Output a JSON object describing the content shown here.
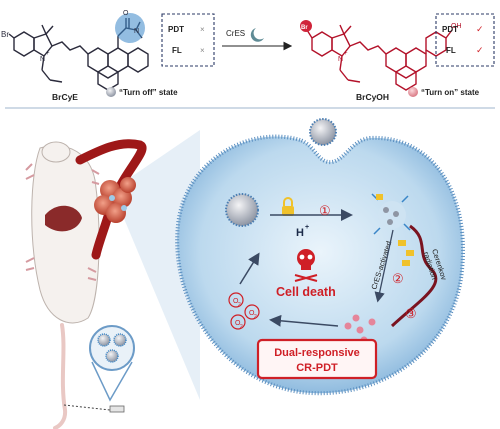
{
  "top_panel": {
    "left_compound_label": "BrCyE",
    "right_compound_label": "BrCyOH",
    "left_substituent": "Br",
    "right_substituent": "Br",
    "left_n_label": "N",
    "left_n_charge": "+",
    "right_n_label": "N",
    "right_n_charge": "+",
    "carbamate_o": "O",
    "carbamate_n": "N",
    "oh_label": "OH",
    "arrow_label": "CrES",
    "left_status_box": {
      "pdt": "PDT",
      "fl": "FL",
      "mark": "×"
    },
    "right_status_box": {
      "pdt": "PDT",
      "fl": "FL",
      "mark": "✓"
    },
    "turn_off_label": "“Turn off” state",
    "turn_on_label": "“Turn on” state"
  },
  "bottom_panel": {
    "acid_label": "H",
    "acid_superscript": "+",
    "step1": "①",
    "step2": "②",
    "step3": "③",
    "cres_activated": "CrES-activated",
    "cerenkov_radiation": "Cerenkov\nradiation",
    "cell_death": "Cell death",
    "ros_label": "O",
    "ros_sub": "2",
    "therapy_title_line1": "Dual-responsive",
    "therapy_title_line2": "CR-PDT"
  },
  "colors": {
    "accent_red": "#cf1f26",
    "cell_blue": "#8fbfe2",
    "membrane": "#5b8fc0",
    "dye_dark": "#2b2b3c",
    "dye_red": "#b3122a"
  }
}
